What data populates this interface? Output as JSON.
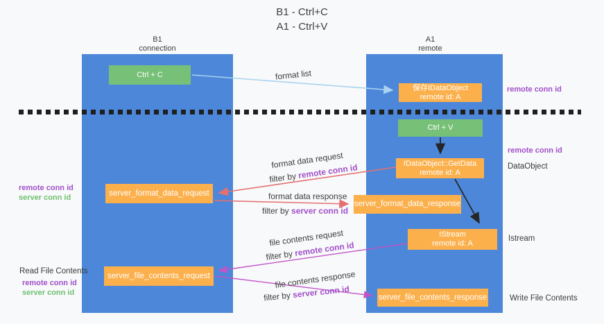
{
  "title": {
    "line1": "B1 - Ctrl+C",
    "line2": "A1 - Ctrl+V"
  },
  "lanes": {
    "left": {
      "name": "B1",
      "role": "connection"
    },
    "right": {
      "name": "A1",
      "role": "remote"
    }
  },
  "nodes": {
    "ctrl_c": {
      "label": "Ctrl + C"
    },
    "ctrl_v": {
      "label": "Ctrl + V"
    },
    "save_dataobject": {
      "line1": "保存IDataObject",
      "line2": "remote id: A"
    },
    "getdata": {
      "line1": "IDataObject::GetData",
      "line2": "remote id: A"
    },
    "istream": {
      "line1": "IStream",
      "line2": "remote id: A"
    },
    "format_request": {
      "label": "server_format_data_request"
    },
    "format_response": {
      "label": "server_format_data_response"
    },
    "file_request": {
      "label": "server_file_contents_request"
    },
    "file_response": {
      "label": "server_file_contents_response"
    }
  },
  "edge_labels": {
    "format_list": "format list",
    "format_data_request": "format data request",
    "format_data_response": "format data response",
    "file_contents_request": "file contents request",
    "file_contents_response": "file contents response",
    "filter_by": "filter by",
    "remote_conn_id": "remote conn id",
    "server_conn_id": "server conn id"
  },
  "side_labels": {
    "remote_conn_id": "remote conn id",
    "server_conn_id": "server conn id",
    "dataobject": "DataObject",
    "istream": "Istream",
    "read_file_contents": "Read File Contents",
    "write_file_contents": "Write File Contents"
  },
  "colors": {
    "lane_blue": "#4c87d9",
    "node_green": "#77c077",
    "node_orange": "#fbb04c",
    "arrow_red": "#e57070",
    "arrow_magenta": "#c055c8",
    "arrow_lightblue": "#a9d3ee",
    "arrow_black": "#262626",
    "text_purple": "#a14fc9",
    "text_green": "#6fbf70",
    "dash_black": "#1f1f1f"
  }
}
